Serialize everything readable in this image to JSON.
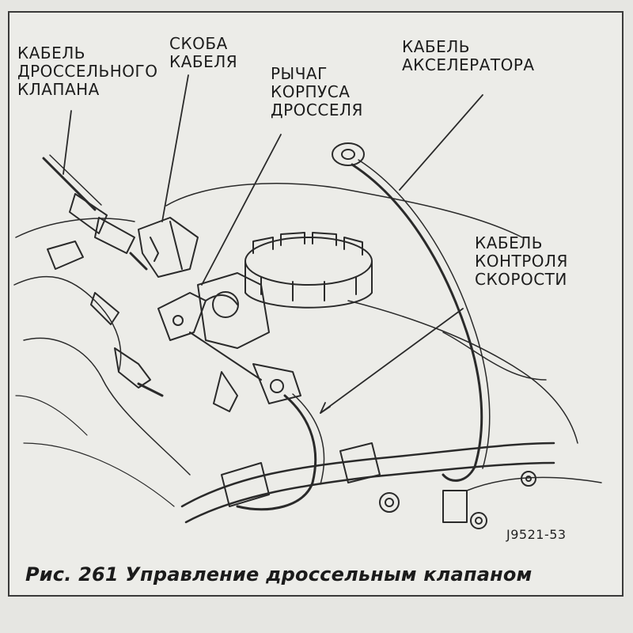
{
  "labels": {
    "throttle_cable": [
      "КАБЕЛЬ",
      "ДРОССЕЛЬНОГО",
      "КЛАПАНА"
    ],
    "cable_bracket": [
      "СКОБА",
      "КАБЕЛЯ"
    ],
    "throttle_lever": [
      "РЫЧАГ",
      "КОРПУСА",
      "ДРОССЕЛЯ"
    ],
    "accelerator_cable": [
      "КАБЕЛЬ",
      "АКСЕЛЕРАТОРА"
    ],
    "speed_control_cable": [
      "КАБЕЛЬ",
      "КОНТРОЛЯ",
      "СКОРОСТИ"
    ]
  },
  "figure_code": "J9521-53",
  "caption": "Рис. 261 Управление дроссельным клапаном"
}
